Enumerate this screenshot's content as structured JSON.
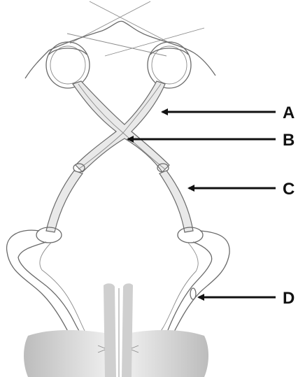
{
  "labels": [
    {
      "id": "A",
      "text": "A"
    },
    {
      "id": "B",
      "text": "B"
    },
    {
      "id": "C",
      "text": "C"
    },
    {
      "id": "D",
      "text": "D"
    }
  ]
}
